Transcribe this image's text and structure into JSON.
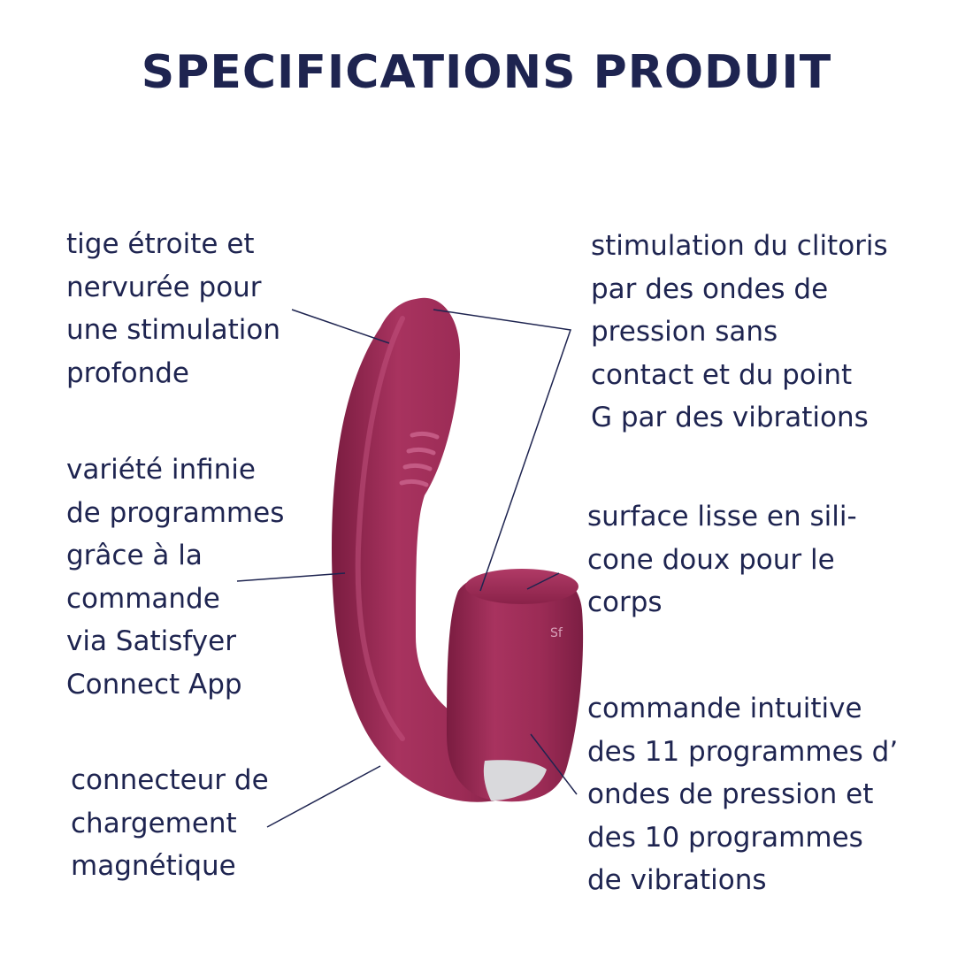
{
  "title": "SPECIFICATIONS PRODUIT",
  "brand_colors": {
    "text": "#1e2450",
    "product": "#9b2b55",
    "connector": "#d9d9dc"
  },
  "labels": {
    "shaft": [
      "tige étroite et",
      "nervurée pour",
      "une stimulation",
      "profonde"
    ],
    "app": [
      "variété infinie",
      "de programmes",
      "grâce à la",
      "commande",
      "via Satisfyer",
      "Connect App"
    ],
    "charging": [
      "connecteur de",
      "chargement",
      "magnétique"
    ],
    "stimulation": [
      "stimulation du clitoris",
      "par des ondes de",
      "pression sans",
      "contact et du point",
      "G par des vibrations"
    ],
    "surface": [
      "surface lisse en sili-",
      "cone doux pour le",
      "corps"
    ],
    "control": [
      "commande intuitive",
      "des 11 programmes d’",
      "ondes de pression et",
      "des 10 programmes",
      "de vibrations"
    ]
  },
  "product_image": {
    "logo_mark": "Sf"
  }
}
